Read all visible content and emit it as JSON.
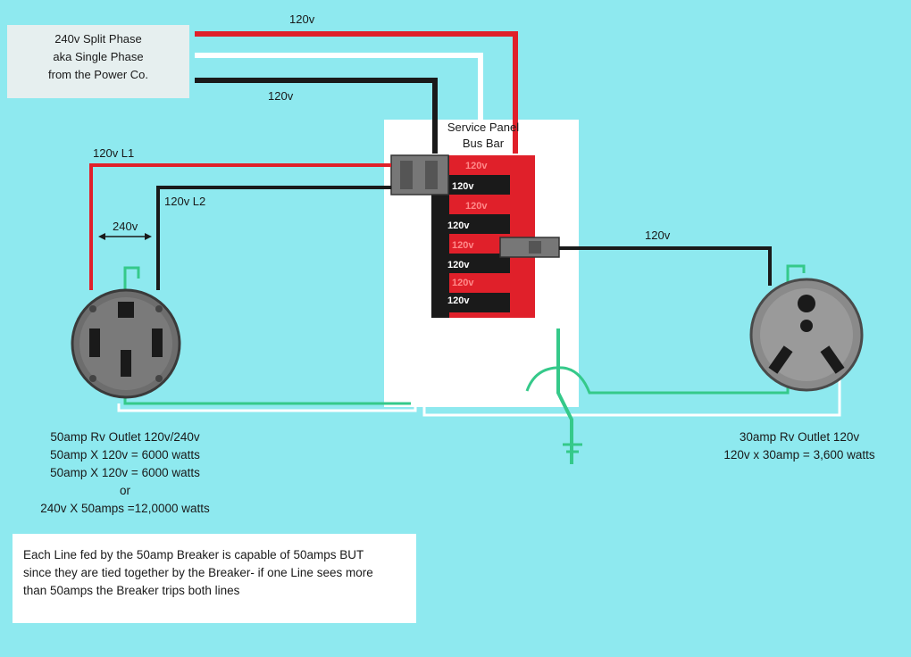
{
  "source_box": {
    "line1": "240v Split Phase",
    "line2": "aka Single Phase",
    "line3": "from the Power Co."
  },
  "wires": {
    "top_red": "120v",
    "top_black": "120v",
    "l1": "120v L1",
    "l2": "120v L2",
    "between": "240v",
    "right_feed": "120v"
  },
  "panel": {
    "title_line1": "Service Panel",
    "title_line2": "Bus Bar",
    "slots": [
      {
        "text": "120v",
        "color": "red"
      },
      {
        "text": "120v",
        "color": "black"
      },
      {
        "text": "120v",
        "color": "red"
      },
      {
        "text": "120v",
        "color": "black"
      },
      {
        "text": "120v",
        "color": "red"
      },
      {
        "text": "120v",
        "color": "black"
      },
      {
        "text": "120v",
        "color": "red"
      },
      {
        "text": "120v",
        "color": "black"
      }
    ]
  },
  "left_outlet": {
    "lines": [
      "50amp Rv Outlet 120v/240v",
      "50amp X 120v = 6000 watts",
      "50amp X 120v = 6000 watts",
      "or",
      "240v X 50amps =12,0000 watts"
    ]
  },
  "right_outlet": {
    "lines": [
      "30amp Rv Outlet 120v",
      "120v x 30amp = 3,600 watts"
    ]
  },
  "explanation": {
    "line1": "Each Line fed by the 50amp Breaker is capable of 50amps BUT",
    "line2": "since they are tied together by the Breaker- if one Line sees more",
    "line3": "than 50amps the Breaker trips both lines"
  },
  "colors": {
    "background": "#8ee9ef",
    "hot_red": "#e0202a",
    "hot_black": "#1a1a1a",
    "neutral_white": "#ffffff",
    "ground_green": "#35c98a",
    "panel": "#ffffff"
  }
}
